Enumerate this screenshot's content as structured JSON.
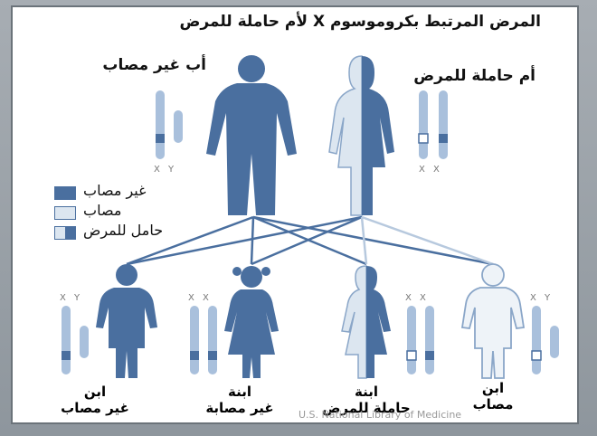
{
  "title": "المرض المرتبط بكروموسوم X لأم حاملة للمرض",
  "parents": {
    "father_label": "أب غير مصاب",
    "mother_label": "أم حاملة للمرض",
    "father_sex_chromosomes": "X Y",
    "mother_sex_chromosomes": "X X"
  },
  "legend": {
    "unaffected": "غير مصاب",
    "affected": "مصاب",
    "carrier": "حامل للمرض"
  },
  "children": [
    {
      "line1": "ابن",
      "line2": "غير مصاب",
      "chromosomes": "X Y"
    },
    {
      "line1": "ابنة",
      "line2": "غير مصابة",
      "chromosomes": "X X"
    },
    {
      "line1": "ابنة",
      "line2": "حاملة للمرض",
      "chromosomes": "X X"
    },
    {
      "line1": "ابن",
      "line2": "مصاب",
      "chromosomes": "X Y"
    }
  ],
  "credit": "U.S. National Library of Medicine",
  "colors": {
    "dark_blue": "#4a6f9f",
    "light_blue": "#dce6f0",
    "chromosome_pale": "#a9c0dc",
    "outline": "#5a7aa6"
  }
}
